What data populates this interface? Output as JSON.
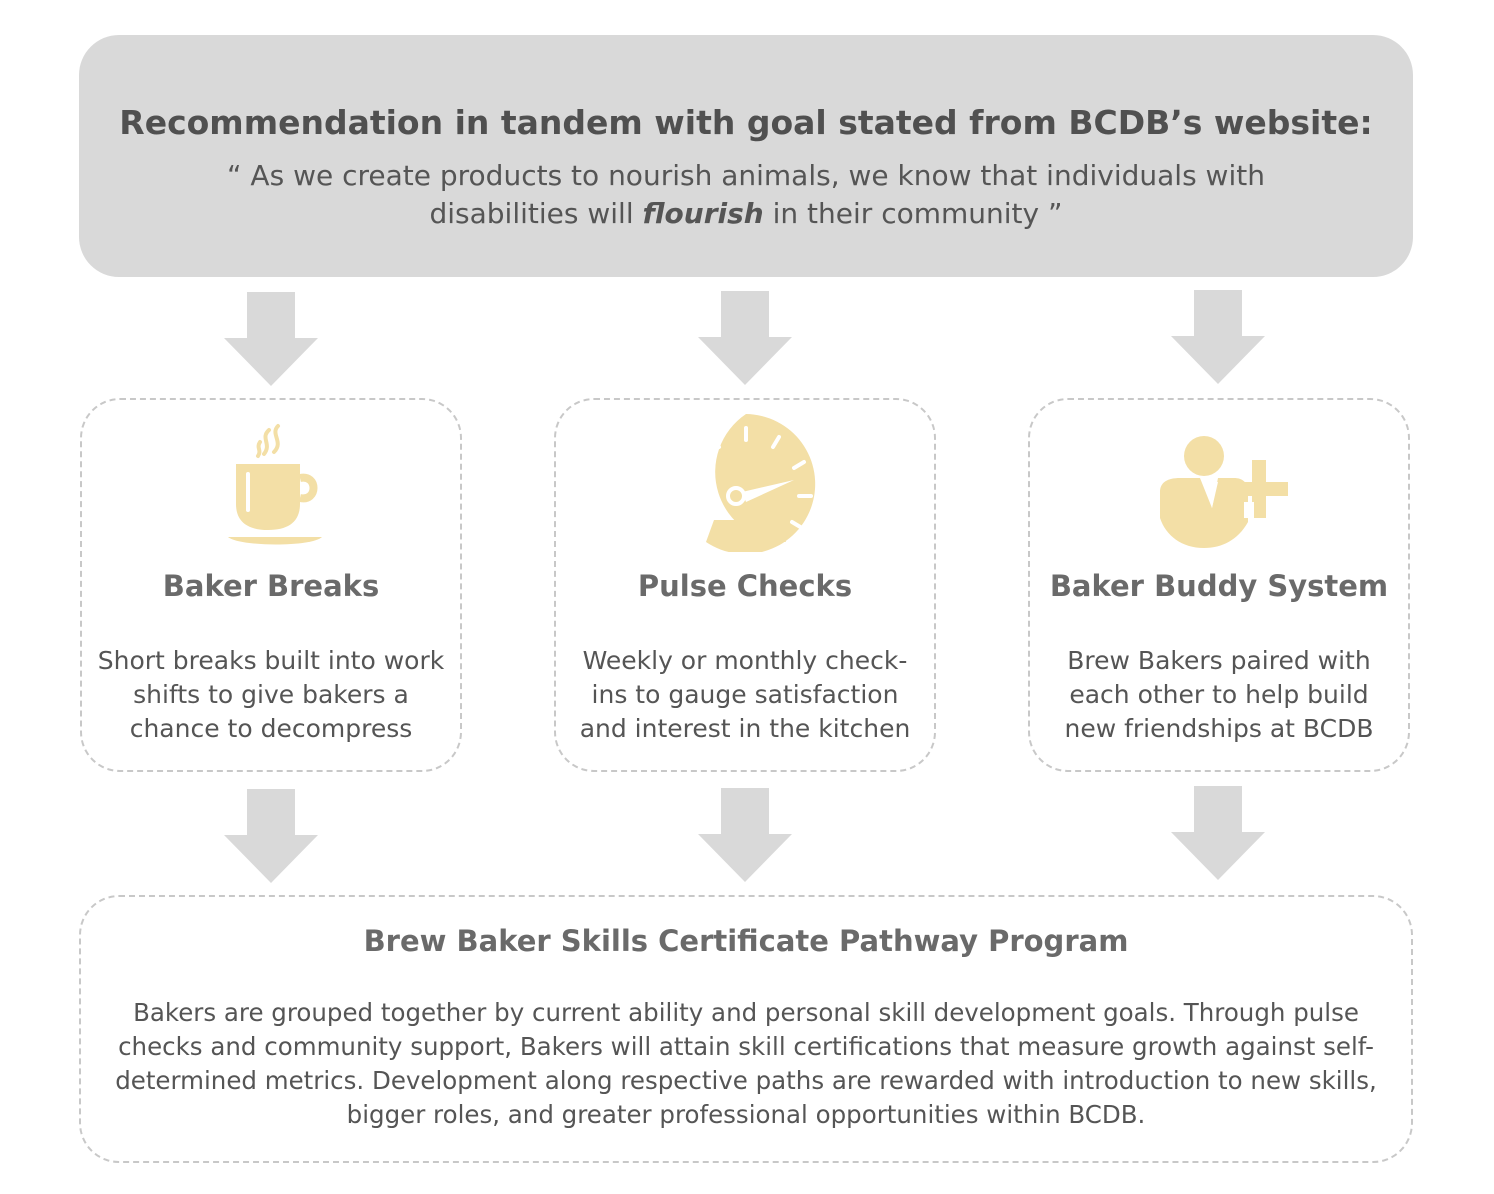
{
  "header": {
    "title": "Recommendation in tandem with goal stated from BCDB’s website:",
    "quote_open": "“ As we create products to nourish animals, we know that individuals with disabilities will ",
    "quote_emphasis": "flourish",
    "quote_close": " in their community ”"
  },
  "cards": [
    {
      "icon": "coffee-cup-icon",
      "title": "Baker Breaks",
      "description": "Short breaks built into work shifts to give bakers a chance to decompress"
    },
    {
      "icon": "speedometer-gauge-icon",
      "title": "Pulse Checks",
      "description": "Weekly or monthly check-ins to gauge satisfaction and interest in the kitchen"
    },
    {
      "icon": "add-person-icon",
      "title": "Baker Buddy System",
      "description": "Brew Bakers paired with each other to help build new friendships at BCDB"
    }
  ],
  "program": {
    "title": "Brew Baker Skills Certificate Pathway Program",
    "description": "Bakers are grouped together by current ability and personal skill development goals. Through pulse checks and community support, Bakers will attain skill certifications that measure growth against self-determined metrics. Development along respective paths are rewarded with introduction to new skills, bigger roles, and greater professional opportunities within BCDB."
  },
  "colors": {
    "header_bg": "#d9d9d9",
    "arrow": "#d9d9d9",
    "icon": "#f3dfa6",
    "dashed_border": "#c8c8c8",
    "text": "#555555"
  }
}
